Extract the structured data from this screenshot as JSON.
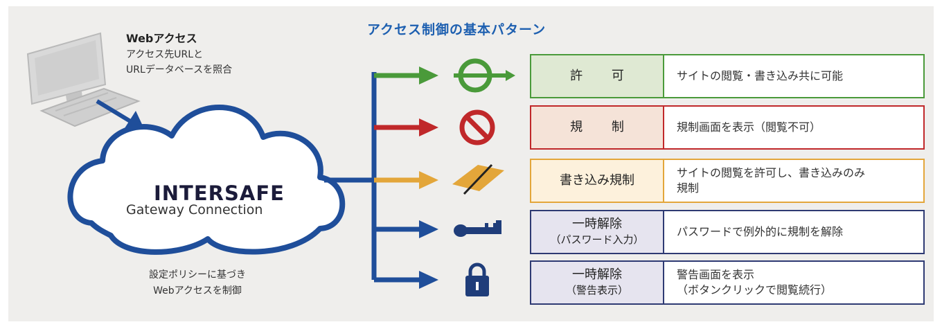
{
  "title": "アクセス制御の基本パターン",
  "web_access": {
    "title": "Webアクセス",
    "lines": [
      "アクセス先URLと",
      "URLデータベースを照合"
    ]
  },
  "cloud": {
    "brand": "INTERSAFE",
    "sub": "Gateway Connection",
    "caption_lines": [
      "設定ポリシーに基づき",
      "Webアクセスを制御"
    ]
  },
  "colors": {
    "panel_bg": "#efeeec",
    "trunk": "#1f4e9a",
    "allow": "#4a9a3a",
    "block": "#c0282a",
    "write_block": "#e3a63a",
    "temp": "#1f3d7a"
  },
  "rows": [
    {
      "key": "allow",
      "name": "許 可",
      "name_lines": [
        "許 可"
      ],
      "desc_lines": [
        "サイトの閲覧・書き込み共に可能"
      ],
      "icon": "allow-circle-arrow-icon",
      "border": "#4a9a3a",
      "fill": "#dfe9d3"
    },
    {
      "key": "block",
      "name": "規 制",
      "name_lines": [
        "規 制"
      ],
      "desc_lines": [
        "規制画面を表示（閲覧不可）"
      ],
      "icon": "prohibited-icon",
      "border": "#c0282a",
      "fill": "#f5e3d8"
    },
    {
      "key": "write_block",
      "name": "書き込み規制",
      "name_lines": [
        "書き込み規制"
      ],
      "desc_lines": [
        "サイトの閲覧を許可し、書き込みのみ",
        "規制"
      ],
      "icon": "slashed-diamond-icon",
      "border": "#e3a63a",
      "fill": "#fdf1dc"
    },
    {
      "key": "temp_pw",
      "name_lines": [
        "一時解除",
        "（パスワード入力）"
      ],
      "desc_lines": [
        "パスワードで例外的に規制を解除"
      ],
      "icon": "key-icon",
      "border": "#2e3a73",
      "fill": "#e6e4ef"
    },
    {
      "key": "temp_warn",
      "name_lines": [
        "一時解除",
        "（警告表示）"
      ],
      "desc_lines": [
        "警告画面を表示",
        "（ボタンクリックで閲覧続行）"
      ],
      "icon": "padlock-open-icon",
      "border": "#2e3a73",
      "fill": "#e6e4ef"
    }
  ]
}
